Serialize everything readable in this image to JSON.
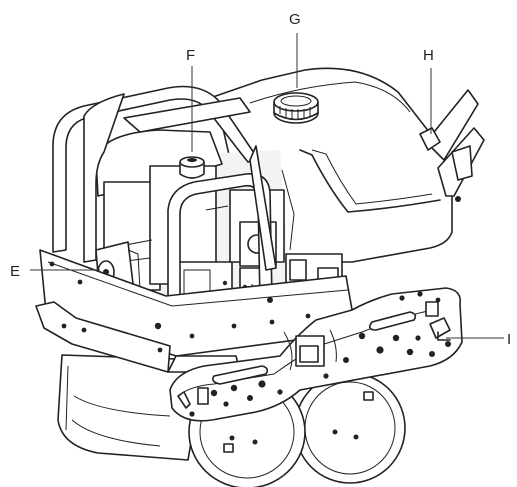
{
  "callouts": {
    "e": "E",
    "f": "F",
    "g": "G",
    "h": "H",
    "i": "I"
  }
}
